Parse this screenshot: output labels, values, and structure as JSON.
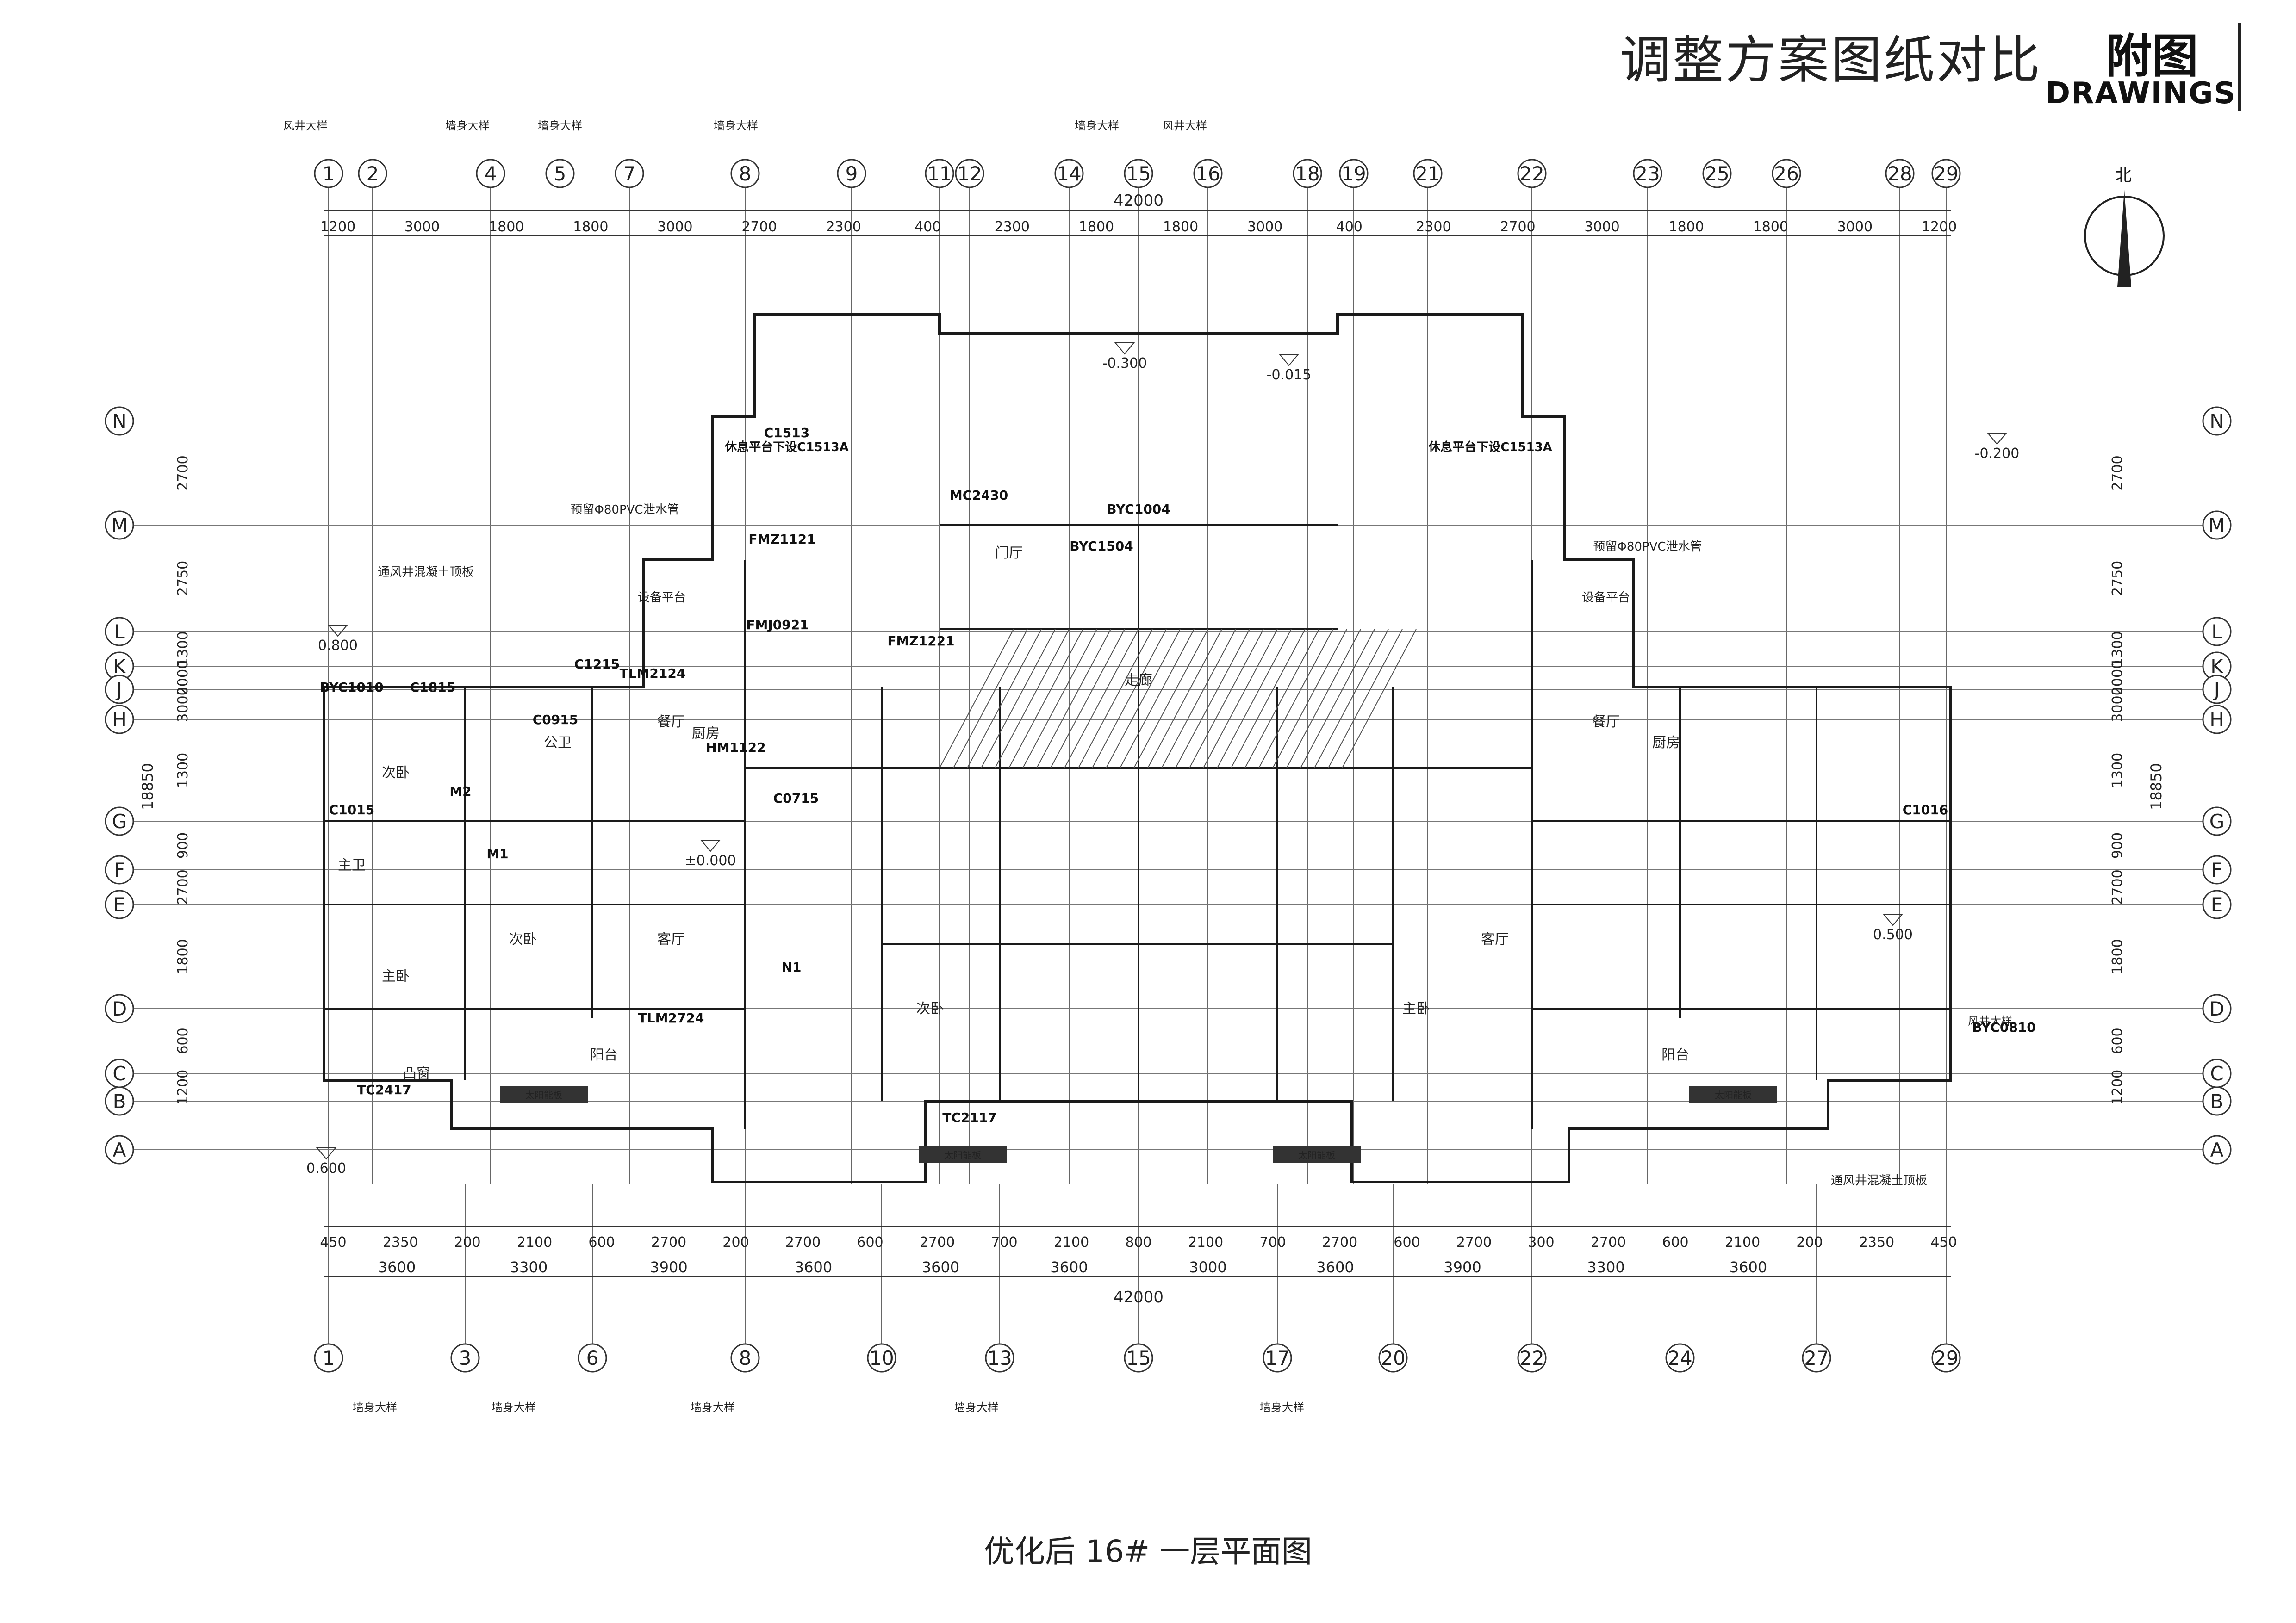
{
  "header": {
    "title": "调整方案图纸对比",
    "tag_cn": "附图",
    "tag_en": "DRAWINGS",
    "north_label": "北"
  },
  "caption": "优化后 16# 一层平面图",
  "axes": {
    "top_numbers": [
      "1",
      "2",
      "4",
      "5",
      "7",
      "8",
      "9",
      "11",
      "12",
      "14",
      "15",
      "16",
      "18",
      "19",
      "21",
      "22",
      "23",
      "25",
      "26",
      "28",
      "29"
    ],
    "bottom_numbers": [
      "1",
      "3",
      "6",
      "8",
      "10",
      "13",
      "15",
      "17",
      "20",
      "22",
      "24",
      "27",
      "29"
    ],
    "row_letters": [
      "N",
      "M",
      "L",
      "K",
      "J",
      "H",
      "G",
      "F",
      "E",
      "D",
      "C",
      "B",
      "A"
    ]
  },
  "dimensions": {
    "overall": "42000",
    "top_row1": [
      "1200",
      "3000",
      "1800",
      "1800",
      "3000",
      "2700",
      "2300",
      "400",
      "2300",
      "1800",
      "1800",
      "3000",
      "400",
      "2300",
      "2700",
      "3000",
      "1800",
      "1800",
      "3000",
      "1200"
    ],
    "bottom_row1": [
      "450",
      "2350",
      "200",
      "2100",
      "600",
      "2700",
      "200",
      "2700",
      "600",
      "2700",
      "700",
      "2100",
      "800",
      "2100",
      "700",
      "2700",
      "600",
      "2700",
      "300",
      "2700",
      "600",
      "2100",
      "200",
      "2350",
      "450"
    ],
    "bottom_row2": [
      "3600",
      "3300",
      "3900",
      "3600",
      "3600",
      "3600",
      "3000",
      "3600",
      "3900",
      "3300",
      "3600"
    ],
    "left_rows": [
      "2700",
      "2750",
      "1300",
      "2000",
      "3000",
      "1300",
      "900",
      "2700",
      "1800",
      "600",
      "1200"
    ],
    "total_height": "18850"
  },
  "room_labels": [
    "次卧",
    "主卧",
    "次卧",
    "餐厅",
    "客厅",
    "厨房",
    "公卫",
    "主卫",
    "阳台",
    "门厅",
    "走廊",
    "凸窗",
    "主卧",
    "次卧",
    "客厅",
    "餐厅",
    "厨房",
    "阳台"
  ],
  "elevations": [
    "±0.000",
    "-0.300",
    "-0.015",
    "0.800",
    "0.500",
    "-0.200",
    "0.600"
  ],
  "door_window_tags": [
    "BYC1010",
    "C1815",
    "C1215",
    "C0915",
    "MC2430",
    "BYC1004",
    "BYC1504",
    "FMZ1121",
    "FMJ0921",
    "FMZ1221",
    "HM1122",
    "TLM2124",
    "TLM2724",
    "TC2417",
    "TC2117",
    "C0715",
    "C1513",
    "M1",
    "M2",
    "N1",
    "C1015",
    "C1016",
    "BYC0810"
  ],
  "notes": {
    "rest_platform": "休息平台下设C1513A",
    "pvc_pipe": "预留Φ80PVC泄水管",
    "vent_shaft": "通风井混凝土顶板",
    "equipment_platform": "设备平台",
    "solar": "太阳能板",
    "wall_detail": "墙身大样",
    "shaft_detail": "风井大样"
  }
}
